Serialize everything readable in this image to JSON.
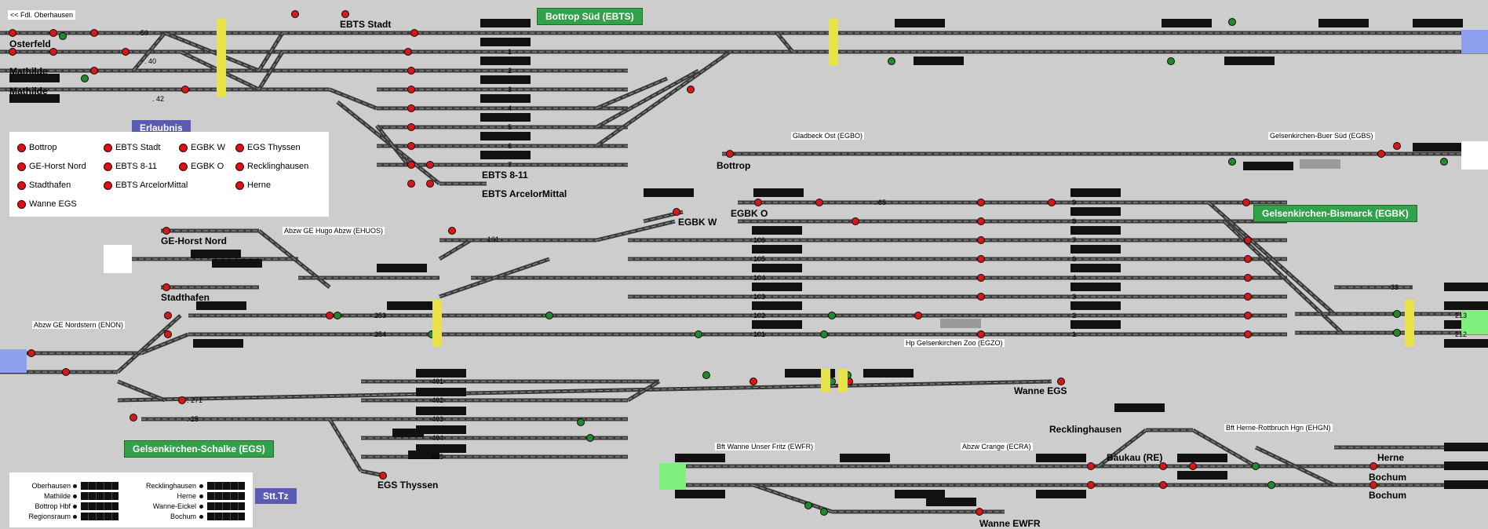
{
  "top_link": "<< Fdl. Oberhausen",
  "boxes_green": [
    "Bottrop Süd (EBTS)",
    "Gelsenkirchen-Bismarck (EGBK)",
    "Gelsenkirchen-Schalke (EGS)"
  ],
  "boxes_blue": [
    "Erlaubnis",
    "Stt.Tz"
  ],
  "stations": {
    "osterfeld": "Osterfeld",
    "mathilde1": "Mathilde",
    "mathilde2": "Mathilde",
    "ebts_stadt": "EBTS Stadt",
    "ebts_811": "EBTS 8-11",
    "ebts_arcelor": "EBTS ArcelorMittal",
    "bottrop": "Bottrop",
    "egbw": "EGBK W",
    "egbo": "EGBK O",
    "ge_horst": "GE-Horst Nord",
    "stadthafen": "Stadthafen",
    "wanne_egs": "Wanne EGS",
    "egs_thyssen": "EGS Thyssen",
    "recklinghausen": "Recklinghausen",
    "baukau": "Baukau (RE)",
    "herne": "Herne",
    "bochum1": "Bochum",
    "bochum2": "Bochum",
    "wanne_ewfr": "Wanne EWFR"
  },
  "small_labels": {
    "gladbeck": "Gladbeck Ost (EGBO)",
    "buer": "Gelsenkirchen-Buer Süd (EGBS)",
    "hugo": "Abzw GE Hugo Abzw (EHUOS)",
    "nordstern": "Abzw GE Nordstern (ENON)",
    "zoo": "Hp Gelsenkirchen Zoo (EGZO)",
    "ewfr": "Bft Wanne Unser Fritz (EWFR)",
    "ecra": "Abzw Crange (ECRA)",
    "ehgn": "Bft Herne-Rottbruch Hgn (EHGN)"
  },
  "track_numbers": {
    "t50": ". 50",
    "t40": ". 40",
    "t42": ". 42",
    "ebts1": "1",
    "ebts2": "2",
    "ebts3": "3",
    "ebts4": "4",
    "ebts5": "5",
    "ebts6": "6",
    "ebts7": "7",
    "t85": ". 85",
    "t101": ". 101",
    "egbk9": "9",
    "egbk8": "8",
    "egbk7": "7",
    "egbk6": "6",
    "egbk4": "4",
    "egbk3": "3",
    "egbk2": "2",
    "egbk1": "1",
    "egbw106": "106",
    "egbw105": "105",
    "egbw104": "104",
    "egbw103": "103",
    "egbw102": "102",
    "egbw101": "101",
    "t253": "253",
    "t254": "254",
    "t33": "33",
    "t213": "213",
    "t212": "212",
    "t271": ". 271",
    "t25": ". 25",
    "egs401": "401",
    "egs402": "402",
    "egs403": "403",
    "egs404": "404",
    "egs405": "405"
  },
  "erlaubnis": [
    [
      "Bottrop",
      "EBTS Stadt",
      "EGBK W",
      "EGS Thyssen"
    ],
    [
      "GE-Horst Nord",
      "EBTS 8-11",
      "EGBK O",
      "Recklinghausen"
    ],
    [
      "Stadthafen",
      "EBTS ArcelorMittal",
      "",
      "Herne"
    ],
    [
      "Wanne EGS",
      "",
      "",
      ""
    ]
  ],
  "dispo_left": [
    "Oberhausen",
    "Mathilde",
    "Bottrop Hbf",
    "Regionsraum"
  ],
  "dispo_right": [
    "Recklinghausen",
    "Herne",
    "Wanne-Eickel",
    "Bochum"
  ],
  "colors": {
    "track": "#3a3a3a",
    "signal_red": "#d11a1a",
    "signal_green": "#1e8c2e",
    "warn_yellow": "#e8e24a"
  }
}
